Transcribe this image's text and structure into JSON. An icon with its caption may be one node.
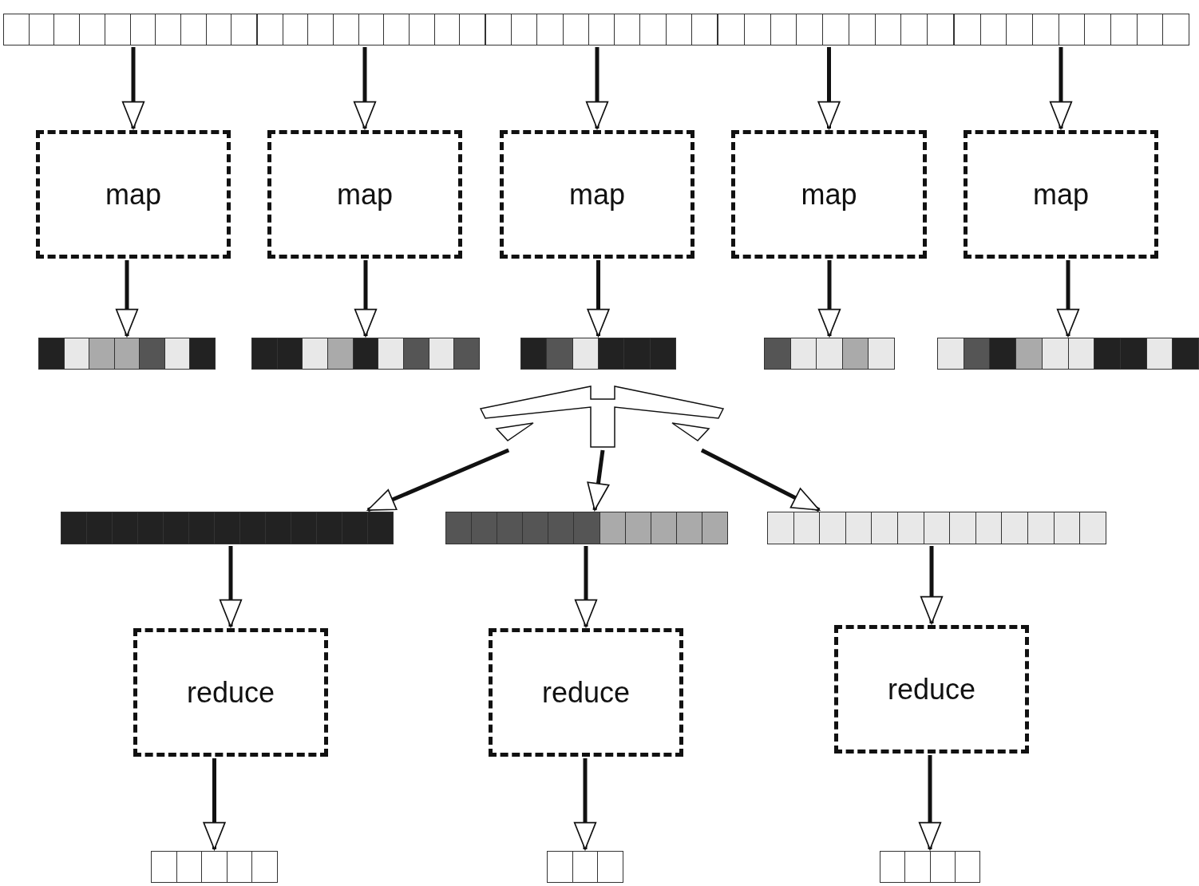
{
  "diagram": {
    "nodes": [
      {
        "text": [],
        "shape": "bar"
      },
      {
        "text": [],
        "shape": "bar"
      },
      {
        "text": [],
        "shape": "bar"
      },
      {
        "text": [],
        "shape": "bar"
      },
      {
        "text": [],
        "shape": "bar"
      },
      {
        "text": [
          "map"
        ]
      },
      {
        "text": [
          "map"
        ]
      },
      {
        "text": [
          "map"
        ]
      },
      {
        "text": [
          "map"
        ]
      },
      {
        "text": [
          "map"
        ]
      },
      {
        "text": [],
        "shape": "bar"
      },
      {
        "text": [],
        "shape": "bar"
      },
      {
        "text": [],
        "shape": "bar"
      },
      {
        "text": [],
        "shape": "bar"
      },
      {
        "text": [],
        "shape": "bar"
      },
      {
        "text": [],
        "shape": "picture"
      },
      {
        "text": [],
        "shape": "bar"
      },
      {
        "text": [],
        "shape": "bar"
      },
      {
        "text": [],
        "shape": "bar"
      },
      {
        "text": [
          "reduce"
        ]
      },
      {
        "text": [
          "reduce"
        ]
      },
      {
        "text": [
          "reduce"
        ]
      },
      {
        "text": [],
        "shape": "bar"
      },
      {
        "text": [],
        "shape": "bar"
      },
      {
        "text": [],
        "shape": "bar"
      }
    ],
    "edges": [
      {
        "from": 0,
        "to": 5,
        "arrow": "to"
      },
      {
        "from": 1,
        "to": 6,
        "arrow": "to"
      },
      {
        "from": 2,
        "to": 7,
        "arrow": "to"
      },
      {
        "from": 3,
        "to": 8,
        "arrow": "to"
      },
      {
        "from": 4,
        "to": 9,
        "arrow": "to"
      },
      {
        "from": 5,
        "to": 10,
        "arrow": "to"
      },
      {
        "from": 6,
        "to": 11,
        "arrow": "to"
      },
      {
        "from": 7,
        "to": 12,
        "arrow": "to"
      },
      {
        "from": 8,
        "to": 13,
        "arrow": "to"
      },
      {
        "from": 9,
        "to": 14,
        "arrow": "to"
      },
      {
        "from": 15,
        "to": 16,
        "arrow": "to"
      },
      {
        "from": 15,
        "to": 17,
        "arrow": "to"
      },
      {
        "from": 15,
        "to": 18,
        "arrow": "to"
      },
      {
        "from": 16,
        "to": 19,
        "arrow": "to"
      },
      {
        "from": 17,
        "to": 20,
        "arrow": "to"
      },
      {
        "from": 18,
        "to": 21,
        "arrow": "to"
      },
      {
        "from": 19,
        "to": 22,
        "arrow": "to"
      },
      {
        "from": 20,
        "to": 23,
        "arrow": "to"
      },
      {
        "from": 21,
        "to": 24,
        "arrow": "to"
      }
    ]
  }
}
